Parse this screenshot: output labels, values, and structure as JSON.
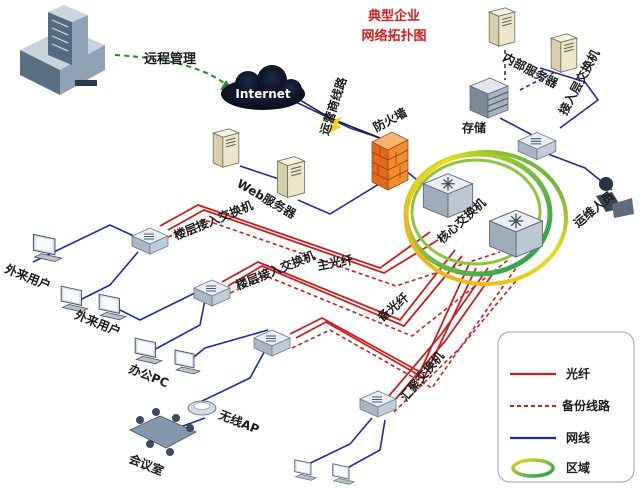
{
  "title": {
    "line1": "典型企业",
    "line2": "网络拓扑图"
  },
  "labels": {
    "remote_mgmt": "远程管理",
    "internet": "Internet",
    "isp_line": "运营商线路",
    "firewall": "防火墙",
    "web_server": "Web服务器",
    "internal_server": "内部服务器",
    "storage": "存储",
    "access_switch_top": "接入层交换机",
    "ops_staff": "运维人员",
    "core_switch": "核心交换机",
    "floor_switch_1": "楼层接入交换机",
    "floor_switch_2": "楼层接入交换机",
    "main_fiber": "主光纤",
    "backup_fiber": "备光纤",
    "guest_user_1": "外来用户",
    "guest_user_2": "外来用户",
    "office_pc": "办公PC",
    "wireless_ap": "无线AP",
    "meeting_room": "会议室",
    "agg_switch": "汇聚交换机"
  },
  "legend": {
    "fiber": "光纤",
    "backup_line": "备份线路",
    "network_cable": "网线",
    "zone": "区域"
  },
  "colors": {
    "fiber": "#c8201e",
    "cable": "#1f2aa8",
    "title": "#d21f1f"
  }
}
